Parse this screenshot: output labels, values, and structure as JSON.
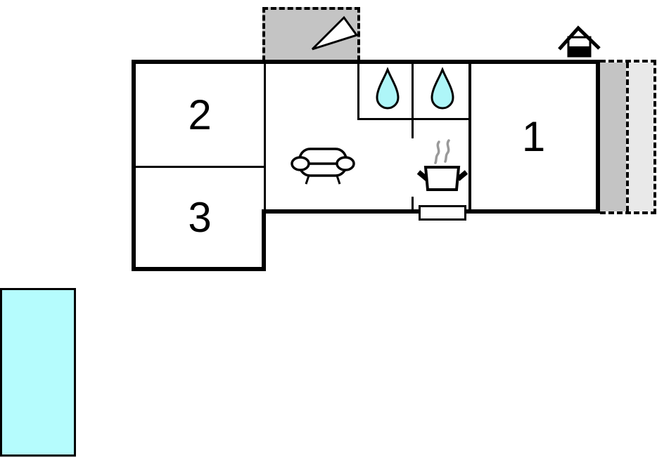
{
  "plan": {
    "rooms": [
      {
        "id": "room-1",
        "label": "1"
      },
      {
        "id": "room-2",
        "label": "2"
      },
      {
        "id": "room-3",
        "label": "3"
      }
    ],
    "icons": {
      "north_arrow": "north-arrow-icon",
      "house": "house-icon",
      "water_drop_left": "water-drop-icon",
      "water_drop_right": "water-drop-icon",
      "sofa": "sofa-icon",
      "cooker": "cooking-pot-icon"
    },
    "features": {
      "terrace_top": "covered-terrace",
      "terrace_right": "terrace",
      "window": "window",
      "pool": "swimming-pool"
    },
    "colors": {
      "wall": "#000000",
      "water": "#aef6f8",
      "pool": "#b5fcfd",
      "terrace-dark": "#c4c4c4",
      "terrace-light": "#e9e9e9",
      "steam": "#9a9a9a",
      "background": "#ffffff"
    }
  }
}
